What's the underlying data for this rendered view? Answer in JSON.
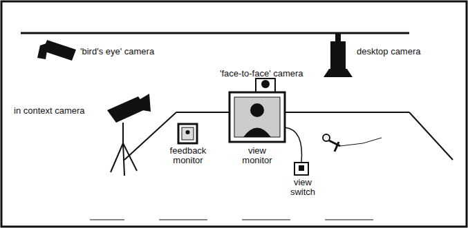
{
  "diagram": {
    "labels": [
      "'bird's eye' camera",
      "desktop camera",
      "'face-to-face' camera",
      "in context camera",
      "feedback monitor",
      "view monitor",
      "view switch"
    ]
  }
}
